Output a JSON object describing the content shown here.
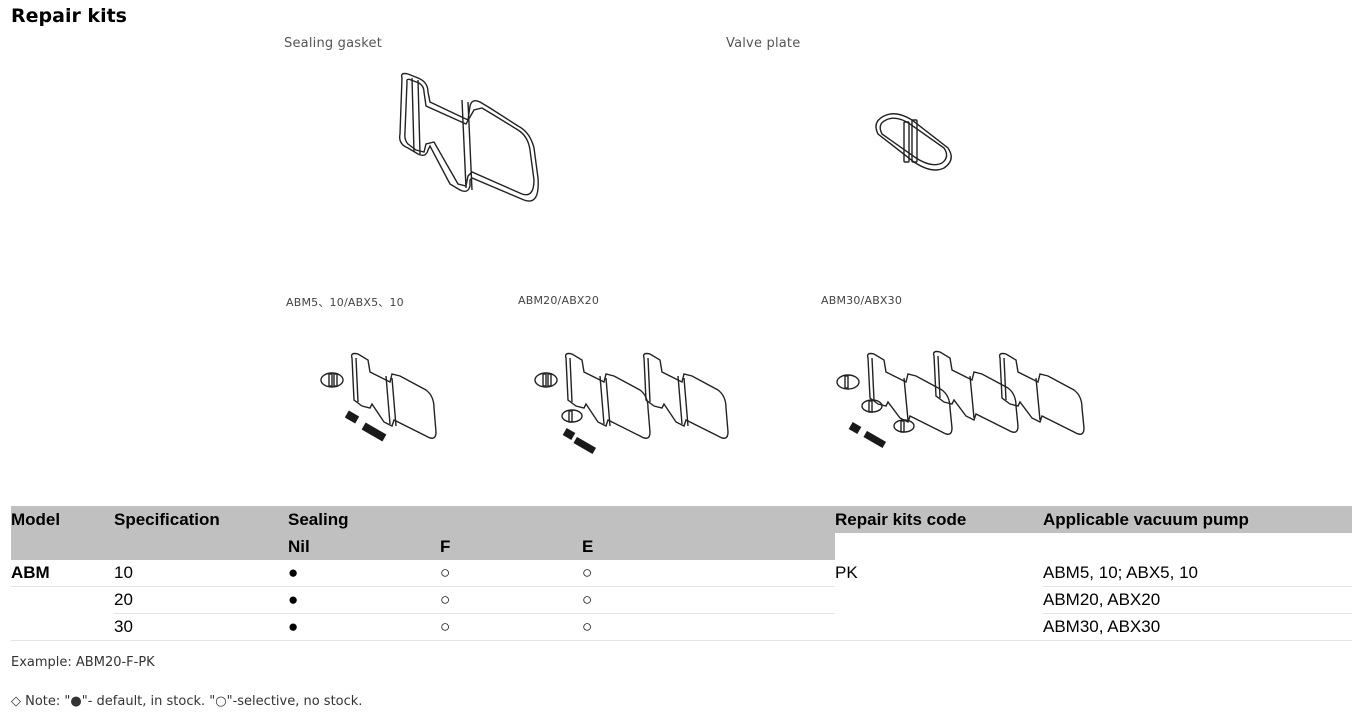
{
  "page": {
    "title": "Repair kits",
    "captions": {
      "sealing_gasket": "Sealing gasket",
      "valve_plate": "Valve plate",
      "kit_1": "ABM5、10/ABX5、10",
      "kit_2": "ABM20/ABX20",
      "kit_3": "ABM30/ABX30"
    }
  },
  "table": {
    "headers": {
      "model": "Model",
      "specification": "Specification",
      "sealing": "Sealing",
      "repair_kits_code": "Repair kits code",
      "applicable_pump": "Applicable vacuum pump",
      "nil": "Nil",
      "f": "F",
      "e": "E"
    },
    "rows": [
      {
        "model": "ABM",
        "spec": "10",
        "nil": "●",
        "f": "○",
        "e": "○",
        "code": "PK",
        "pump": "ABM5, 10; ABX5, 10"
      },
      {
        "model": "",
        "spec": "20",
        "nil": "●",
        "f": "○",
        "e": "○",
        "code": "",
        "pump": "ABM20, ABX20"
      },
      {
        "model": "",
        "spec": "30",
        "nil": "●",
        "f": "○",
        "e": "○",
        "code": "",
        "pump": "ABM30, ABX30"
      }
    ]
  },
  "footer": {
    "example": "Example: ABM20-F-PK",
    "note": "◇  Note: \"●\"- default, in stock. \"○\"-selective, no stock."
  }
}
